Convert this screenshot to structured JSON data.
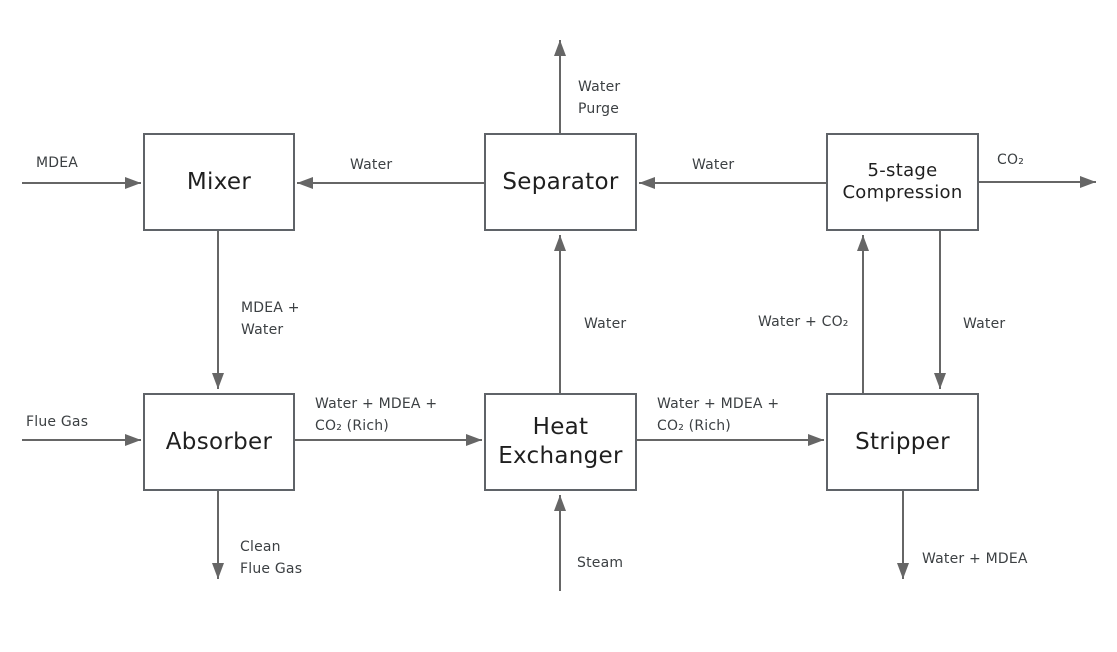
{
  "diagram": {
    "type": "process-flow-diagram",
    "colors": {
      "line": "#666666",
      "node_border": "#5f6368",
      "node_fill": "#ffffff",
      "node_text": "#1f1f1f",
      "stream_text": "#3c4043",
      "background": "#ffffff"
    }
  },
  "nodes": [
    {
      "id": "mixer",
      "label": "Mixer"
    },
    {
      "id": "separator",
      "label": "Separator"
    },
    {
      "id": "compression",
      "label": "5-stage\nCompression"
    },
    {
      "id": "absorber",
      "label": "Absorber"
    },
    {
      "id": "heat-exchanger",
      "label": "Heat\nExchanger"
    },
    {
      "id": "stripper",
      "label": "Stripper"
    }
  ],
  "streams": [
    {
      "id": "mdea-feed",
      "label": "MDEA",
      "from": "inlet",
      "to": "Mixer"
    },
    {
      "id": "water-separator-to-mixer",
      "label": "Water",
      "from": "Separator",
      "to": "Mixer"
    },
    {
      "id": "water-compression-to-separator",
      "label": "Water",
      "from": "5-stage Compression",
      "to": "Separator"
    },
    {
      "id": "co2-product",
      "label": "CO₂",
      "from": "5-stage Compression",
      "to": "outlet"
    },
    {
      "id": "water-purge",
      "label": "Water\nPurge",
      "from": "Separator",
      "to": "outlet"
    },
    {
      "id": "mdea-water",
      "label": "MDEA +\nWater",
      "from": "Mixer",
      "to": "Absorber"
    },
    {
      "id": "flue-gas-feed",
      "label": "Flue Gas",
      "from": "inlet",
      "to": "Absorber"
    },
    {
      "id": "rich-solvent-absorber",
      "label": "Water + MDEA +\nCO₂ (Rich)",
      "from": "Absorber",
      "to": "Heat Exchanger"
    },
    {
      "id": "clean-flue-gas",
      "label": "Clean\nFlue Gas",
      "from": "Absorber",
      "to": "outlet"
    },
    {
      "id": "water-he-to-separator",
      "label": "Water",
      "from": "Heat Exchanger",
      "to": "Separator"
    },
    {
      "id": "steam-feed",
      "label": "Steam",
      "from": "inlet",
      "to": "Heat Exchanger"
    },
    {
      "id": "rich-solvent-he",
      "label": "Water + MDEA +\nCO₂ (Rich)",
      "from": "Heat Exchanger",
      "to": "Stripper"
    },
    {
      "id": "water-co2-overhead",
      "label": "Water + CO₂",
      "from": "Stripper",
      "to": "5-stage Compression"
    },
    {
      "id": "water-compression-to-stripper",
      "label": "Water",
      "from": "5-stage Compression",
      "to": "Stripper"
    },
    {
      "id": "lean-solvent-out",
      "label": "Water + MDEA",
      "from": "Stripper",
      "to": "outlet"
    }
  ]
}
